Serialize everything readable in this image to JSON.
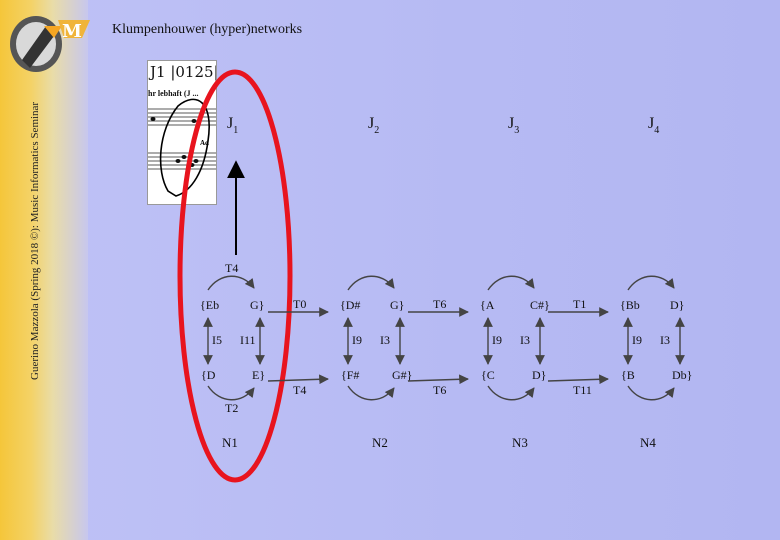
{
  "sidebar": {
    "vertical_title": "Guerino Mazzola (Spring 2018 ©): Music Informatics Seminar"
  },
  "slide": {
    "title": "Klumpenhouwer (hyper)networks"
  },
  "score_thumbnail": {
    "heading": "J1 |0125|",
    "tempo": "hr lebhaft (J ...",
    "dynamic_mark": "Ad"
  },
  "colors": {
    "background": "#b8bcf4",
    "sidebar": "#f5c63a",
    "highlight_ellipse": "#e8141e",
    "arrows": "#555555"
  },
  "columns": [
    {
      "j_label": "J",
      "j_sub": "1",
      "net": "N1",
      "top_left": "{Eb",
      "top_right": "G}",
      "bot_left": "{D",
      "bot_right": "E}",
      "left_int": "I5",
      "right_int": "I11",
      "top_t": "T4",
      "bottom_t": "T2",
      "between_top": "T0",
      "between_bottom": "T4"
    },
    {
      "j_label": "J",
      "j_sub": "2",
      "net": "N2",
      "top_left": "{D#",
      "top_right": "G}",
      "bot_left": "{F#",
      "bot_right": "G#}",
      "left_int": "I9",
      "right_int": "I3",
      "between_top": "T6",
      "between_bottom": "T6"
    },
    {
      "j_label": "J",
      "j_sub": "3",
      "net": "N3",
      "top_left": "{A",
      "top_right": "C#}",
      "bot_left": "{C",
      "bot_right": "D}",
      "left_int": "I9",
      "right_int": "I3",
      "between_top": "T1",
      "between_bottom": "T11"
    },
    {
      "j_label": "J",
      "j_sub": "4",
      "net": "N4",
      "top_left": "{Bb",
      "top_right": "D}",
      "bot_left": "{B",
      "bot_right": "Db}",
      "left_int": "I9",
      "right_int": "I3"
    }
  ]
}
